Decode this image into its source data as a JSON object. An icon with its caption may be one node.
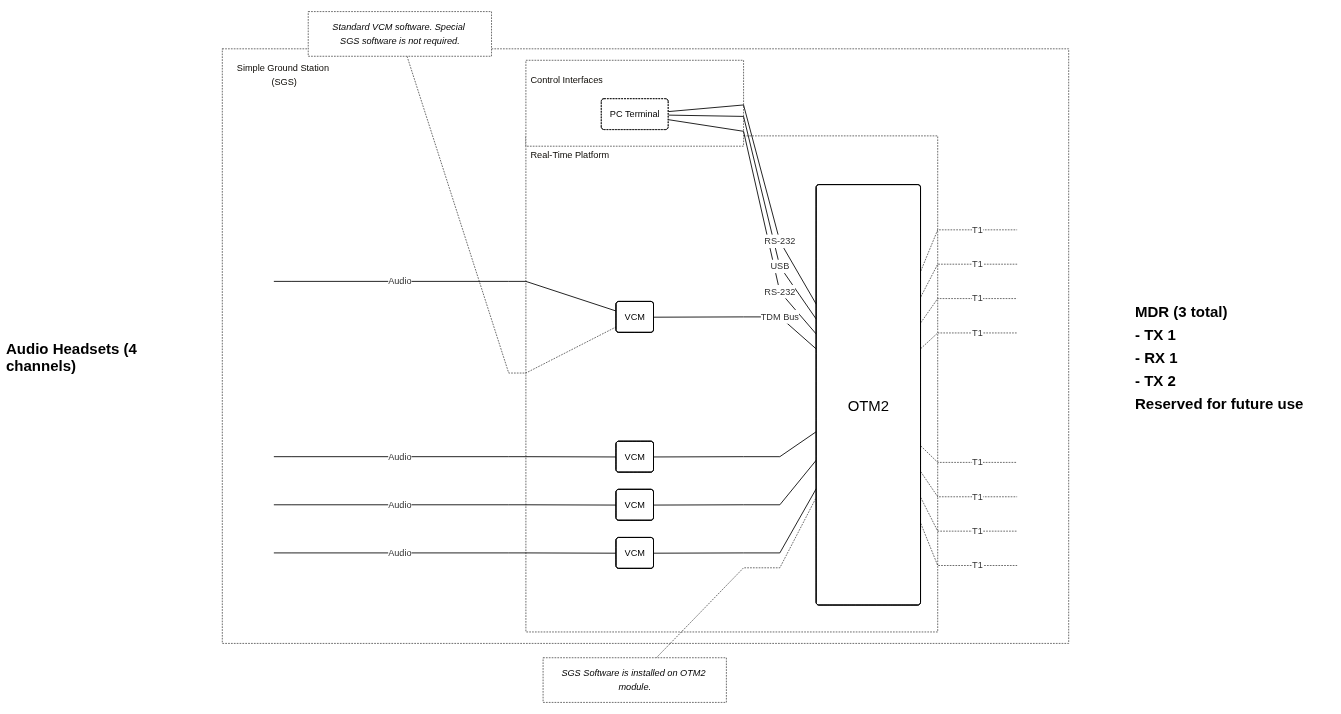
{
  "diagram": {
    "nodes": [
      {
        "text": [
          "Simple Ground Station (SGS)"
        ]
      },
      {
        "text": [
          "Control Interfaces"
        ],
        "in": 0
      },
      {
        "text": [
          "PC Terminal"
        ],
        "in": 1
      },
      {
        "text": [
          "Real-Time Platform"
        ],
        "in": 0
      },
      {
        "text": [
          "VCM"
        ],
        "in": 3
      },
      {
        "text": [
          "VCM"
        ],
        "in": 3
      },
      {
        "text": [
          "VCM"
        ],
        "in": 3
      },
      {
        "text": [
          "VCM"
        ],
        "in": 3
      },
      {
        "text": [
          "OTM2"
        ],
        "in": 3
      },
      {
        "text": [
          "Standard VCM software. Special SGS software is not required."
        ]
      },
      {
        "text": [
          "SGS Software is installed on OTM2 module."
        ]
      }
    ],
    "edges": [
      {
        "from": 2,
        "to": 8,
        "arrow": "none",
        "label": "RS-232"
      },
      {
        "from": 2,
        "to": 8,
        "arrow": "none",
        "label": "USB"
      },
      {
        "from": 2,
        "to": 8,
        "arrow": "none",
        "label": "RS-232"
      },
      {
        "from": null,
        "to": 4,
        "arrow": "none",
        "label": "Audio"
      },
      {
        "from": null,
        "to": 5,
        "arrow": "none",
        "label": "Audio"
      },
      {
        "from": null,
        "to": 6,
        "arrow": "none",
        "label": "Audio"
      },
      {
        "from": null,
        "to": 7,
        "arrow": "none",
        "label": "Audio"
      },
      {
        "from": 4,
        "to": 8,
        "arrow": "none",
        "label": "TDM Bus"
      },
      {
        "from": 5,
        "to": 8,
        "arrow": "none"
      },
      {
        "from": 6,
        "to": 8,
        "arrow": "none"
      },
      {
        "from": 7,
        "to": 8,
        "arrow": "none"
      },
      {
        "from": 8,
        "to": null,
        "arrow": "none",
        "label": "T1",
        "style": "dashed"
      },
      {
        "from": 8,
        "to": null,
        "arrow": "none",
        "label": "T1",
        "style": "dashed"
      },
      {
        "from": 8,
        "to": null,
        "arrow": "none",
        "label": "T1",
        "style": "dashed"
      },
      {
        "from": 8,
        "to": null,
        "arrow": "none",
        "label": "T1",
        "style": "dashed"
      },
      {
        "from": 8,
        "to": null,
        "arrow": "none",
        "label": "T1",
        "style": "dashed"
      },
      {
        "from": 8,
        "to": null,
        "arrow": "none",
        "label": "T1",
        "style": "dashed"
      },
      {
        "from": 8,
        "to": null,
        "arrow": "none",
        "label": "T1",
        "style": "dashed"
      },
      {
        "from": 8,
        "to": null,
        "arrow": "none",
        "label": "T1",
        "style": "dashed"
      },
      {
        "from": 9,
        "to": 4,
        "arrow": "none",
        "style": "dashed"
      },
      {
        "from": 10,
        "to": 8,
        "arrow": "none",
        "style": "dashed"
      }
    ],
    "labels": [
      "Audio Headsets (4 channels)",
      "MDR (3 total)",
      "- TX 1",
      "- RX 1",
      "- TX 2",
      "Reserved for future use"
    ]
  }
}
